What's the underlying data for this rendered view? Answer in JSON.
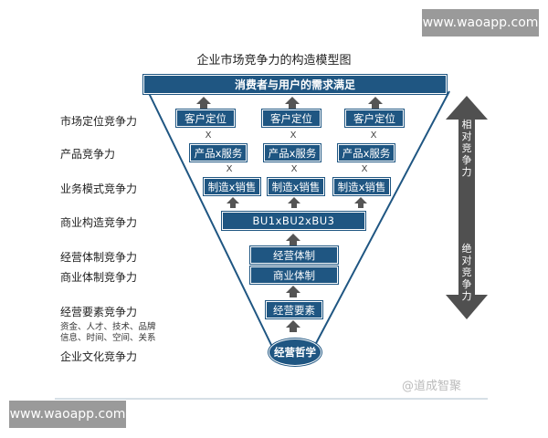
{
  "watermark_top": "www.waoapp.com",
  "watermark_bottom": "www.waoapp.com",
  "title": "企业市场竞争力的构造模型图",
  "top_bar": "消费者与用户的需求满足",
  "left_labels": {
    "market": "市场定位竞争力",
    "product": "产品竞争力",
    "business_model": "业务模式竞争力",
    "structure": "商业构造竞争力",
    "operation_system": "经营体制竞争力",
    "commercial_system": "商业体制竞争力",
    "elements": "经营要素竞争力",
    "elements_detail_1": "资金、人才、技术、品牌",
    "elements_detail_2": "信息、时间、空间、关系",
    "culture": "企业文化竞争力"
  },
  "boxes": {
    "customer_positioning": [
      "客户定位",
      "客户定位",
      "客户定位"
    ],
    "product_service": [
      "产品x服务",
      "产品x服务",
      "产品x服务"
    ],
    "manufacture_sales": [
      "制造x销售",
      "制造x销售",
      "制造x销售"
    ],
    "bu": "BU1xBU2xBU3",
    "operation_system": "经营体制",
    "commercial_system": "商业体制",
    "operation_elements": "经营要素",
    "philosophy": "经营哲学"
  },
  "x_mark": "X",
  "right_arrow": {
    "top_label": [
      "相",
      "对",
      "竞",
      "争",
      "力"
    ],
    "bottom_label": [
      "绝",
      "对",
      "竞",
      "争",
      "力"
    ]
  },
  "brand": "@道成智聚",
  "colors": {
    "box": "#1f5682",
    "arrow_up": "#555555",
    "side_arrow": "#505050",
    "funnel_line": "#1f5682"
  }
}
